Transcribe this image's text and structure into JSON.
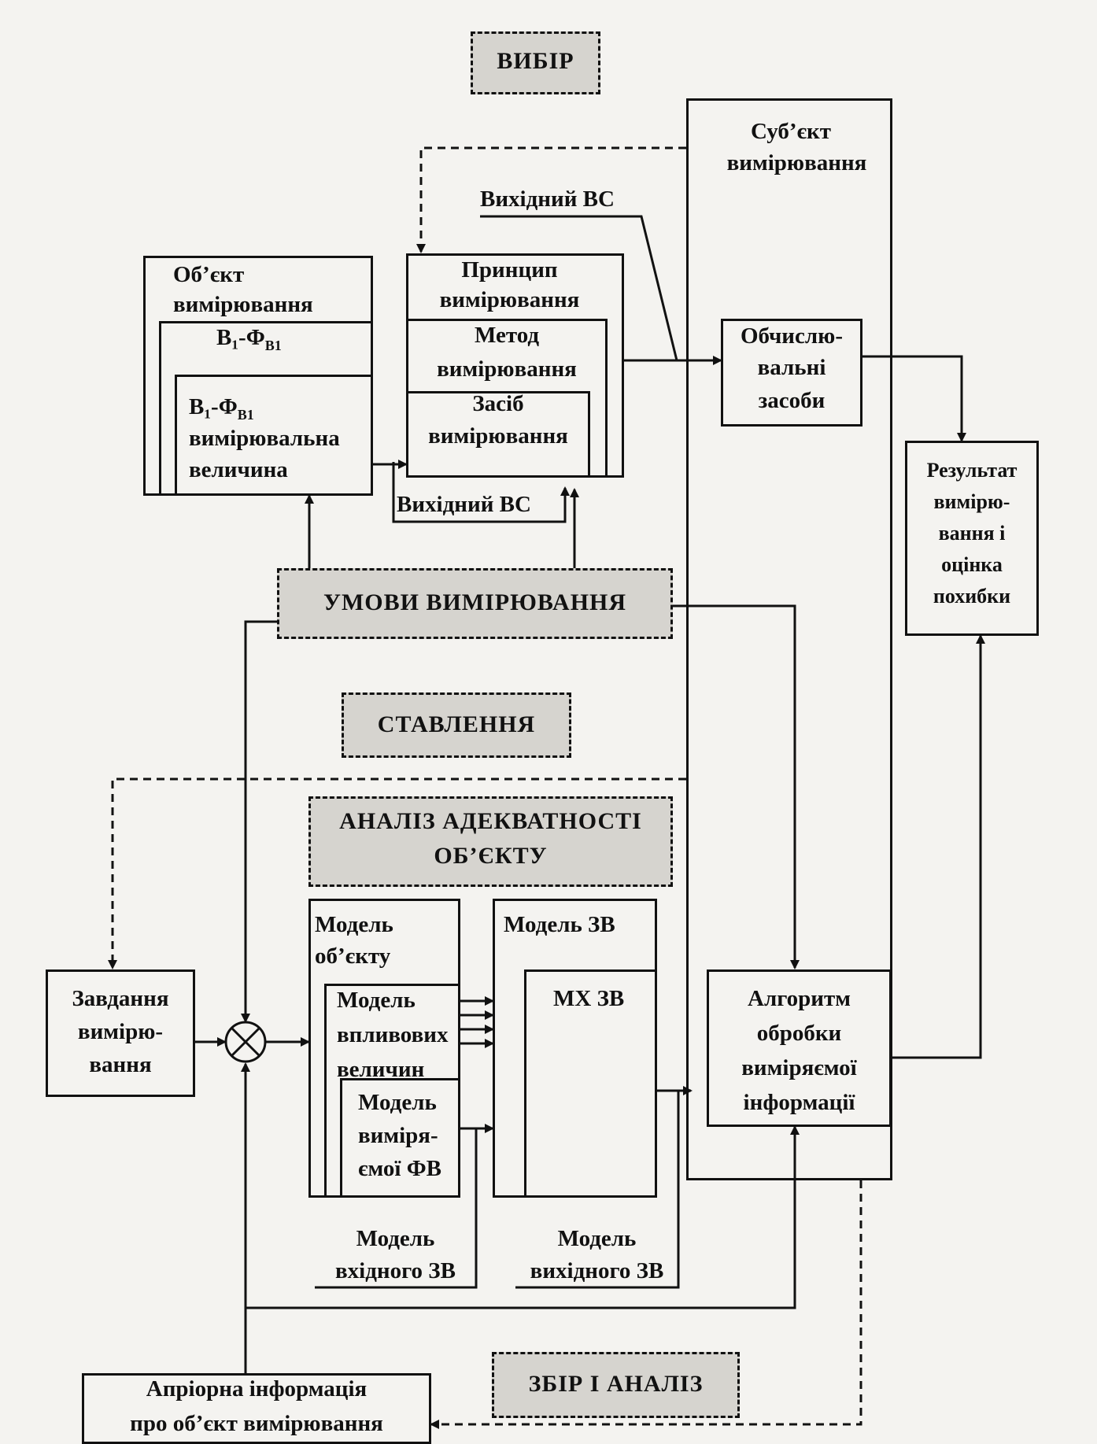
{
  "labels": {
    "vybir": "ВИБІР",
    "subject": [
      "Суб’єкт",
      "вимірювання"
    ],
    "vykhidnyi_vs_top": "Вихідний ВС",
    "object": [
      "Об’єкт",
      "вимірювання"
    ],
    "b1_fb1_a": "B₁-Φ",
    "b1_fb1_a_sub": "B1",
    "b1_fb1_b": "B₁-Φ",
    "b1_fb1_b_sub": "B1",
    "measured_quantity": [
      "вимірювальна",
      "величина"
    ],
    "principle": [
      "Принцип",
      "вимірювання"
    ],
    "method": [
      "Метод",
      "вимірювання"
    ],
    "instrument": [
      "Засіб",
      "вимірювання"
    ],
    "vykhidnyi_vs_mid": "Вихідний ВС",
    "computing": [
      "Обчислю-",
      "вальні",
      "засоби"
    ],
    "result": [
      "Результат",
      "вимірю-",
      "вання і",
      "оцінка",
      "похибки"
    ],
    "conditions": "УМОВИ ВИМІРЮВАННЯ",
    "stavlennia": "СТАВЛЕННЯ",
    "adequacy": [
      "АНАЛІЗ АДЕКВАТНОСТІ",
      "ОБ’ЄКТУ"
    ],
    "task": [
      "Завдання",
      "вимірю-",
      "вання"
    ],
    "model_object": [
      "Модель",
      "об’єкту"
    ],
    "model_influence": [
      "Модель",
      "впливових",
      "величин"
    ],
    "model_measured": [
      "Модель",
      "виміря-",
      "ємої ФВ"
    ],
    "model_zv": "Модель ЗВ",
    "mx_zv": "МХ ЗВ",
    "algorithm": [
      "Алгоритм",
      "обробки",
      "виміряємої",
      "інформації"
    ],
    "model_input": [
      "Модель",
      "вхідного ЗВ"
    ],
    "model_output": [
      "Модель",
      "вихідного ЗВ"
    ],
    "apriori": [
      "Апріорна інформація",
      "про об’єкт вимірювання"
    ],
    "zbir": "ЗБІР І АНАЛІЗ"
  }
}
